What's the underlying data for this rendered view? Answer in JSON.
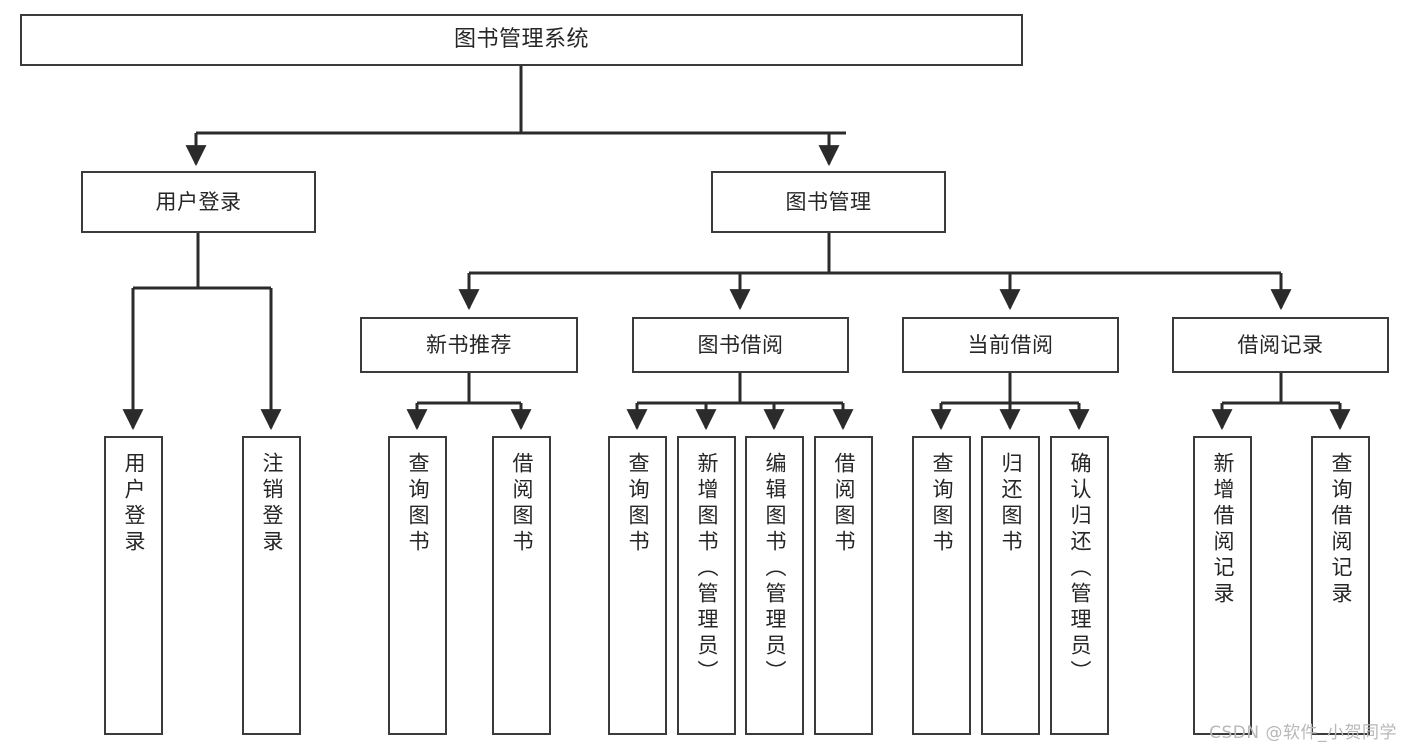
{
  "diagram": {
    "title": "图书管理系统",
    "type": "tree",
    "colors": {
      "box_border": "#3b3b3b",
      "box_fill": "#ffffff",
      "edge": "#2b2b2b",
      "text": "#262626",
      "watermark": "#b8b8b8"
    },
    "nodes": {
      "root": {
        "id": "root",
        "label": "图书管理系统",
        "level": 1,
        "orientation": "horizontal"
      },
      "user_login": {
        "id": "user_login",
        "label": "用户登录",
        "level": 2,
        "orientation": "horizontal"
      },
      "book_mgmt": {
        "id": "book_mgmt",
        "label": "图书管理",
        "level": 2,
        "orientation": "horizontal"
      },
      "new_rec": {
        "id": "new_rec",
        "label": "新书推荐",
        "level": 3,
        "orientation": "horizontal"
      },
      "borrow": {
        "id": "borrow",
        "label": "图书借阅",
        "level": 3,
        "orientation": "horizontal"
      },
      "current": {
        "id": "current",
        "label": "当前借阅",
        "level": 3,
        "orientation": "horizontal"
      },
      "records": {
        "id": "records",
        "label": "借阅记录",
        "level": 3,
        "orientation": "horizontal"
      },
      "leaf_login": {
        "id": "leaf_login",
        "label": "用户登录",
        "level": 4,
        "orientation": "vertical"
      },
      "leaf_logout": {
        "id": "leaf_logout",
        "label": "注销登录",
        "level": 4,
        "orientation": "vertical"
      },
      "leaf_q_book_1": {
        "id": "leaf_q_book_1",
        "label": "查询图书",
        "level": 4,
        "orientation": "vertical"
      },
      "leaf_borrow_1": {
        "id": "leaf_borrow_1",
        "label": "借阅图书",
        "level": 4,
        "orientation": "vertical"
      },
      "leaf_q_book_2": {
        "id": "leaf_q_book_2",
        "label": "查询图书",
        "level": 4,
        "orientation": "vertical"
      },
      "leaf_add_book": {
        "id": "leaf_add_book",
        "label": "新增图书（管理员）",
        "level": 4,
        "orientation": "vertical"
      },
      "leaf_edit_book": {
        "id": "leaf_edit_book",
        "label": "编辑图书（管理员）",
        "level": 4,
        "orientation": "vertical"
      },
      "leaf_borrow_2": {
        "id": "leaf_borrow_2",
        "label": "借阅图书",
        "level": 4,
        "orientation": "vertical"
      },
      "leaf_q_book_3": {
        "id": "leaf_q_book_3",
        "label": "查询图书",
        "level": 4,
        "orientation": "vertical"
      },
      "leaf_return": {
        "id": "leaf_return",
        "label": "归还图书",
        "level": 4,
        "orientation": "vertical"
      },
      "leaf_confirm": {
        "id": "leaf_confirm",
        "label": "确认归还（管理员）",
        "level": 4,
        "orientation": "vertical"
      },
      "leaf_add_rec": {
        "id": "leaf_add_rec",
        "label": "新增借阅记录",
        "level": 4,
        "orientation": "vertical"
      },
      "leaf_q_rec": {
        "id": "leaf_q_rec",
        "label": "查询借阅记录",
        "level": 4,
        "orientation": "vertical"
      }
    },
    "edges": [
      {
        "from": "root",
        "to": "user_login"
      },
      {
        "from": "root",
        "to": "book_mgmt"
      },
      {
        "from": "user_login",
        "to": "leaf_login"
      },
      {
        "from": "user_login",
        "to": "leaf_logout"
      },
      {
        "from": "book_mgmt",
        "to": "new_rec"
      },
      {
        "from": "book_mgmt",
        "to": "borrow"
      },
      {
        "from": "book_mgmt",
        "to": "current"
      },
      {
        "from": "book_mgmt",
        "to": "records"
      },
      {
        "from": "new_rec",
        "to": "leaf_q_book_1"
      },
      {
        "from": "new_rec",
        "to": "leaf_borrow_1"
      },
      {
        "from": "borrow",
        "to": "leaf_q_book_2"
      },
      {
        "from": "borrow",
        "to": "leaf_add_book"
      },
      {
        "from": "borrow",
        "to": "leaf_edit_book"
      },
      {
        "from": "borrow",
        "to": "leaf_borrow_2"
      },
      {
        "from": "current",
        "to": "leaf_q_book_3"
      },
      {
        "from": "current",
        "to": "leaf_return"
      },
      {
        "from": "current",
        "to": "leaf_confirm"
      },
      {
        "from": "records",
        "to": "leaf_add_rec"
      },
      {
        "from": "records",
        "to": "leaf_q_rec"
      }
    ]
  },
  "watermark": {
    "text": "CSDN @软件_小贺同学"
  }
}
